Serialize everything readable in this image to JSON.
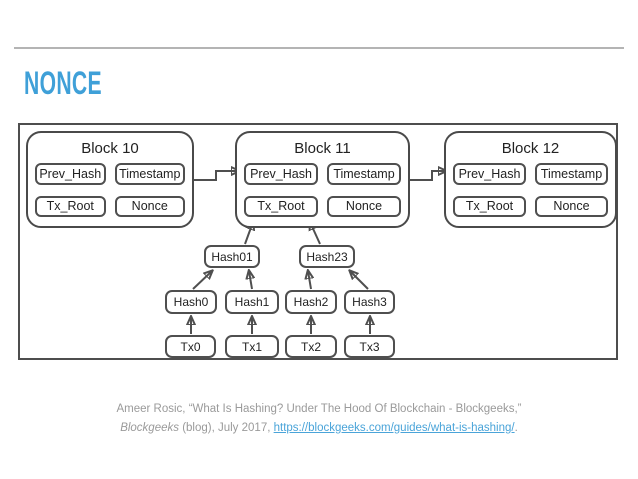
{
  "slide": {
    "title": "NONCE"
  },
  "colors": {
    "title_blue": "#3fa0d8",
    "link_blue": "#4aa4d9",
    "diagram_stroke": "#4f4f4f",
    "citation_gray": "#9a9a9a",
    "rule_gray": "#b4b4b4"
  },
  "diagram": {
    "blocks": [
      {
        "title": "Block 10",
        "fields": [
          "Prev_Hash",
          "Timestamp",
          "Tx_Root",
          "Nonce"
        ]
      },
      {
        "title": "Block 11",
        "fields": [
          "Prev_Hash",
          "Timestamp",
          "Tx_Root",
          "Nonce"
        ]
      },
      {
        "title": "Block 12",
        "fields": [
          "Prev_Hash",
          "Timestamp",
          "Tx_Root",
          "Nonce"
        ]
      }
    ],
    "merkle_tree": {
      "parents": [
        "Hash01",
        "Hash23"
      ],
      "hashes": [
        "Hash0",
        "Hash1",
        "Hash2",
        "Hash3"
      ],
      "transactions": [
        "Tx0",
        "Tx1",
        "Tx2",
        "Tx3"
      ]
    }
  },
  "citation": {
    "line1": "Ameer Rosic, “What Is Hashing? Under The Hood Of Blockchain - Blockgeeks,”",
    "work_italic": "Blockgeeks",
    "middle": " (blog), July 2017, ",
    "link_text": "https://blockgeeks.com/guides/what-is-hashing/",
    "suffix": "."
  }
}
